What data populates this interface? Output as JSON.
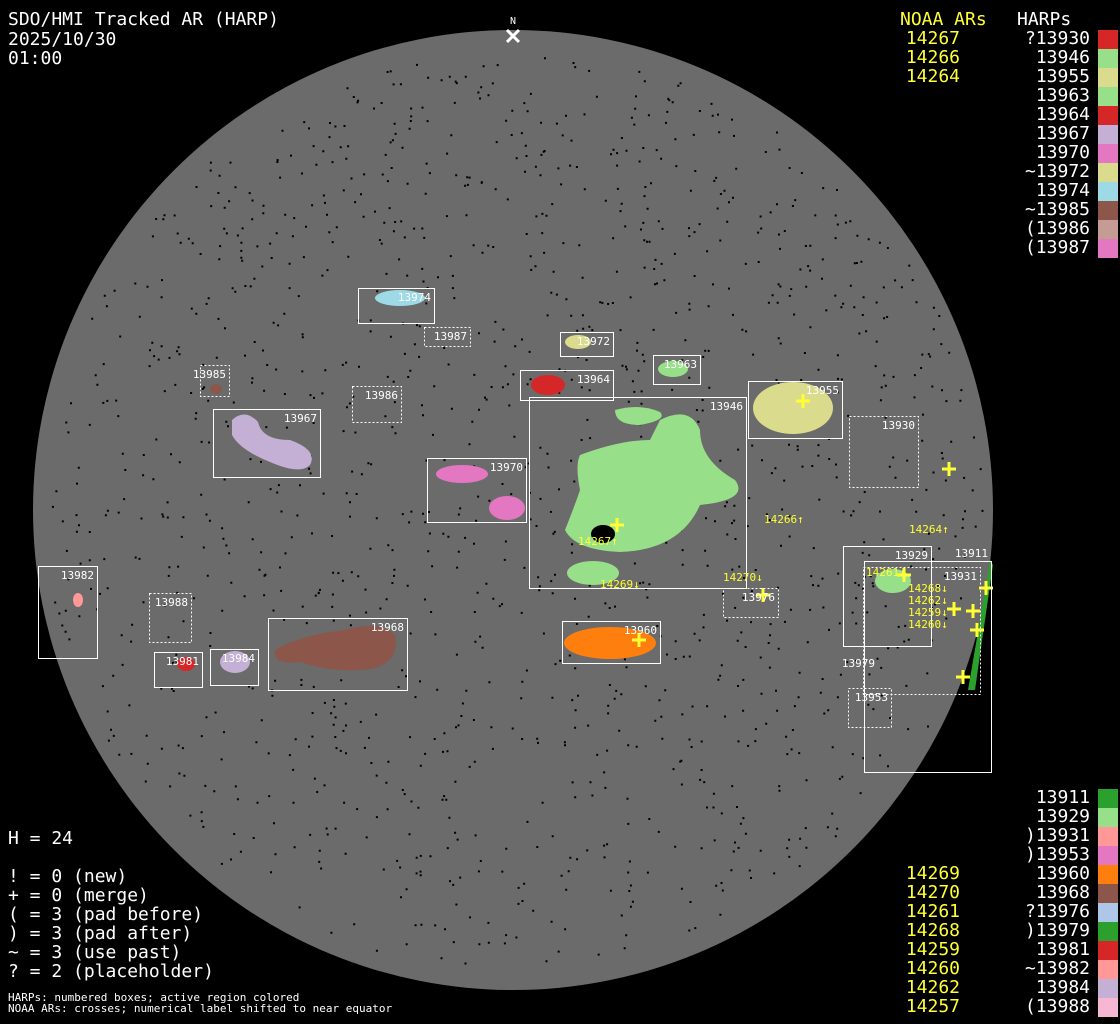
{
  "header": {
    "title": "SDO/HMI Tracked AR (HARP)",
    "date": "2025/10/30",
    "time": "01:00",
    "north_label": "N"
  },
  "legend_top": {
    "noaa_heading": "NOAA ARs",
    "harps_heading": "HARPs",
    "rows": [
      {
        "noaa": "14267",
        "harp": "?13930",
        "color": "#d62728"
      },
      {
        "noaa": "14266",
        "harp": "13946",
        "color": "#98df8a"
      },
      {
        "noaa": "14264",
        "harp": "13955",
        "color": "#dbdb8d"
      },
      {
        "noaa": "",
        "harp": "13963",
        "color": "#98df8a"
      },
      {
        "noaa": "",
        "harp": "13964",
        "color": "#d62728"
      },
      {
        "noaa": "",
        "harp": "13967",
        "color": "#c5b0d5"
      },
      {
        "noaa": "",
        "harp": "13970",
        "color": "#e377c2"
      },
      {
        "noaa": "",
        "harp": "~13972",
        "color": "#dbdb8d"
      },
      {
        "noaa": "",
        "harp": "13974",
        "color": "#9edae5"
      },
      {
        "noaa": "",
        "harp": "~13985",
        "color": "#8c564b"
      },
      {
        "noaa": "",
        "harp": "(13986",
        "color": "#c49c94"
      },
      {
        "noaa": "",
        "harp": "(13987",
        "color": "#e377c2"
      }
    ]
  },
  "legend_bottom": {
    "rows": [
      {
        "noaa": "",
        "harp": "13911",
        "color": "#2ca02c"
      },
      {
        "noaa": "",
        "harp": "13929",
        "color": "#98df8a"
      },
      {
        "noaa": "",
        "harp": ")13931",
        "color": "#ff9896"
      },
      {
        "noaa": "",
        "harp": ")13953",
        "color": "#e377c2"
      },
      {
        "noaa": "14269",
        "harp": "13960",
        "color": "#ff7f0e"
      },
      {
        "noaa": "14270",
        "harp": "13968",
        "color": "#8c564b"
      },
      {
        "noaa": "14261",
        "harp": "?13976",
        "color": "#aec7e8"
      },
      {
        "noaa": "14268",
        "harp": ")13979",
        "color": "#2ca02c"
      },
      {
        "noaa": "14259",
        "harp": "13981",
        "color": "#d62728"
      },
      {
        "noaa": "14260",
        "harp": "~13982",
        "color": "#ff9896"
      },
      {
        "noaa": "14262",
        "harp": "13984",
        "color": "#c5b0d5"
      },
      {
        "noaa": "14257",
        "harp": "(13988",
        "color": "#f7b6d2"
      }
    ]
  },
  "stats": {
    "h": "H = 24",
    "lines": [
      "! = 0 (new)",
      "+ = 0 (merge)",
      "( = 3 (pad before)",
      ") = 3 (pad after)",
      "~ = 3 (use past)",
      "? = 2 (placeholder)"
    ]
  },
  "footnotes": [
    "HARPs: numbered boxes; active region colored",
    "NOAA ARs: crosses; numerical label shifted to near equator"
  ],
  "harp_labels": [
    "13974",
    "13987",
    "13972",
    "13963",
    "13964",
    "13985",
    "13986",
    "13967",
    "13955",
    "13946",
    "13930",
    "13970",
    "13982",
    "13988",
    "13981",
    "13984",
    "13968",
    "13960",
    "13976",
    "13929",
    "13931",
    "13911",
    "13979",
    "13953"
  ],
  "noaa_labels": [
    "14266↑",
    "14264↑",
    "14267↑",
    "14269↓",
    "14270↓",
    "14261↓",
    "14268↓",
    "14262↓",
    "14259↓",
    "14260↓"
  ],
  "colors": {
    "disk": "#6b6b6b",
    "noaa": "#ffff33",
    "box": "#ffffff"
  }
}
